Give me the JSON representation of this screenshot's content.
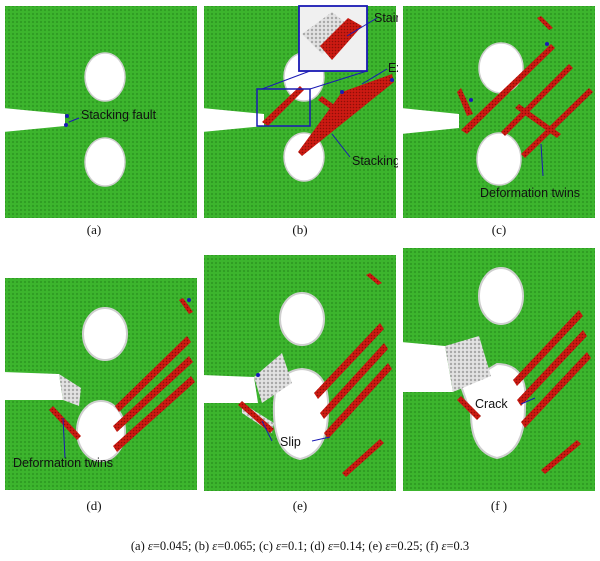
{
  "panels": [
    {
      "id": "a",
      "label": "(a)",
      "annotations": [
        "Stacking fault"
      ]
    },
    {
      "id": "b",
      "label": "(b)",
      "annotations": [
        "Stair-rod",
        "Extended dislocation",
        "Stacking fault"
      ]
    },
    {
      "id": "c",
      "label": "(c)",
      "annotations": [
        "Deformation twins"
      ]
    },
    {
      "id": "d",
      "label": "(d)",
      "annotations": [
        "Deformation twins"
      ]
    },
    {
      "id": "e",
      "label": "(e)",
      "annotations": [
        "Slip"
      ]
    },
    {
      "id": "f",
      "label": "(f )",
      "annotations": [
        "Crack"
      ]
    }
  ],
  "caption": {
    "items": [
      {
        "tag": "(a)",
        "value": "=0.045;"
      },
      {
        "tag": "(b)",
        "value": "=0.065;"
      },
      {
        "tag": "(c)",
        "value": "=0.1;"
      },
      {
        "tag": "(d)",
        "value": "=0.14;"
      },
      {
        "tag": "(e)",
        "value": "=0.25;"
      },
      {
        "tag": "(f)",
        "value": "=0.3"
      }
    ],
    "symbol": "ε"
  },
  "colors": {
    "lattice": "#3cb52d",
    "twin": "#cc1a12",
    "defect": "#c8c8c8",
    "dislocation": "#1a1ab4",
    "void": "#ffffff"
  }
}
